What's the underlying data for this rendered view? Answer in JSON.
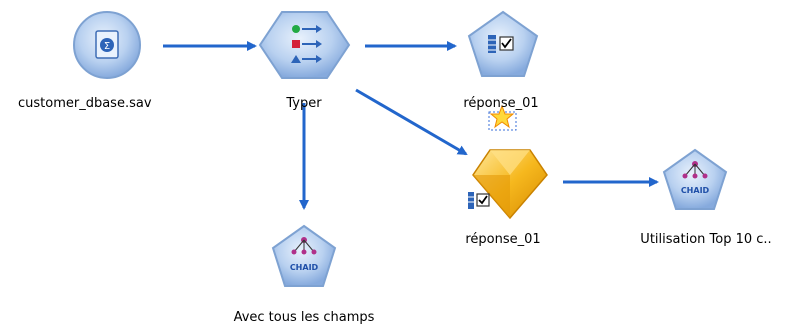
{
  "nodes": {
    "source": {
      "label": "customer_dbase.sav",
      "type": "source-node"
    },
    "type": {
      "label": "Typer",
      "type": "type-node"
    },
    "response_target": {
      "label": "réponse_01",
      "type": "flag-field-node"
    },
    "model_nugget": {
      "label": "réponse_01",
      "type": "model-nugget"
    },
    "chaid_top10": {
      "label": "Utilisation Top 10 c..",
      "badge": "CHAID"
    },
    "chaid_all": {
      "label": "Avec tous les champs",
      "badge": "CHAID"
    }
  },
  "colors": {
    "arrow": "#2266cc",
    "node_fill": "#a9c6ec",
    "node_border": "#7ea2d2",
    "nugget": "#f2b21a"
  }
}
